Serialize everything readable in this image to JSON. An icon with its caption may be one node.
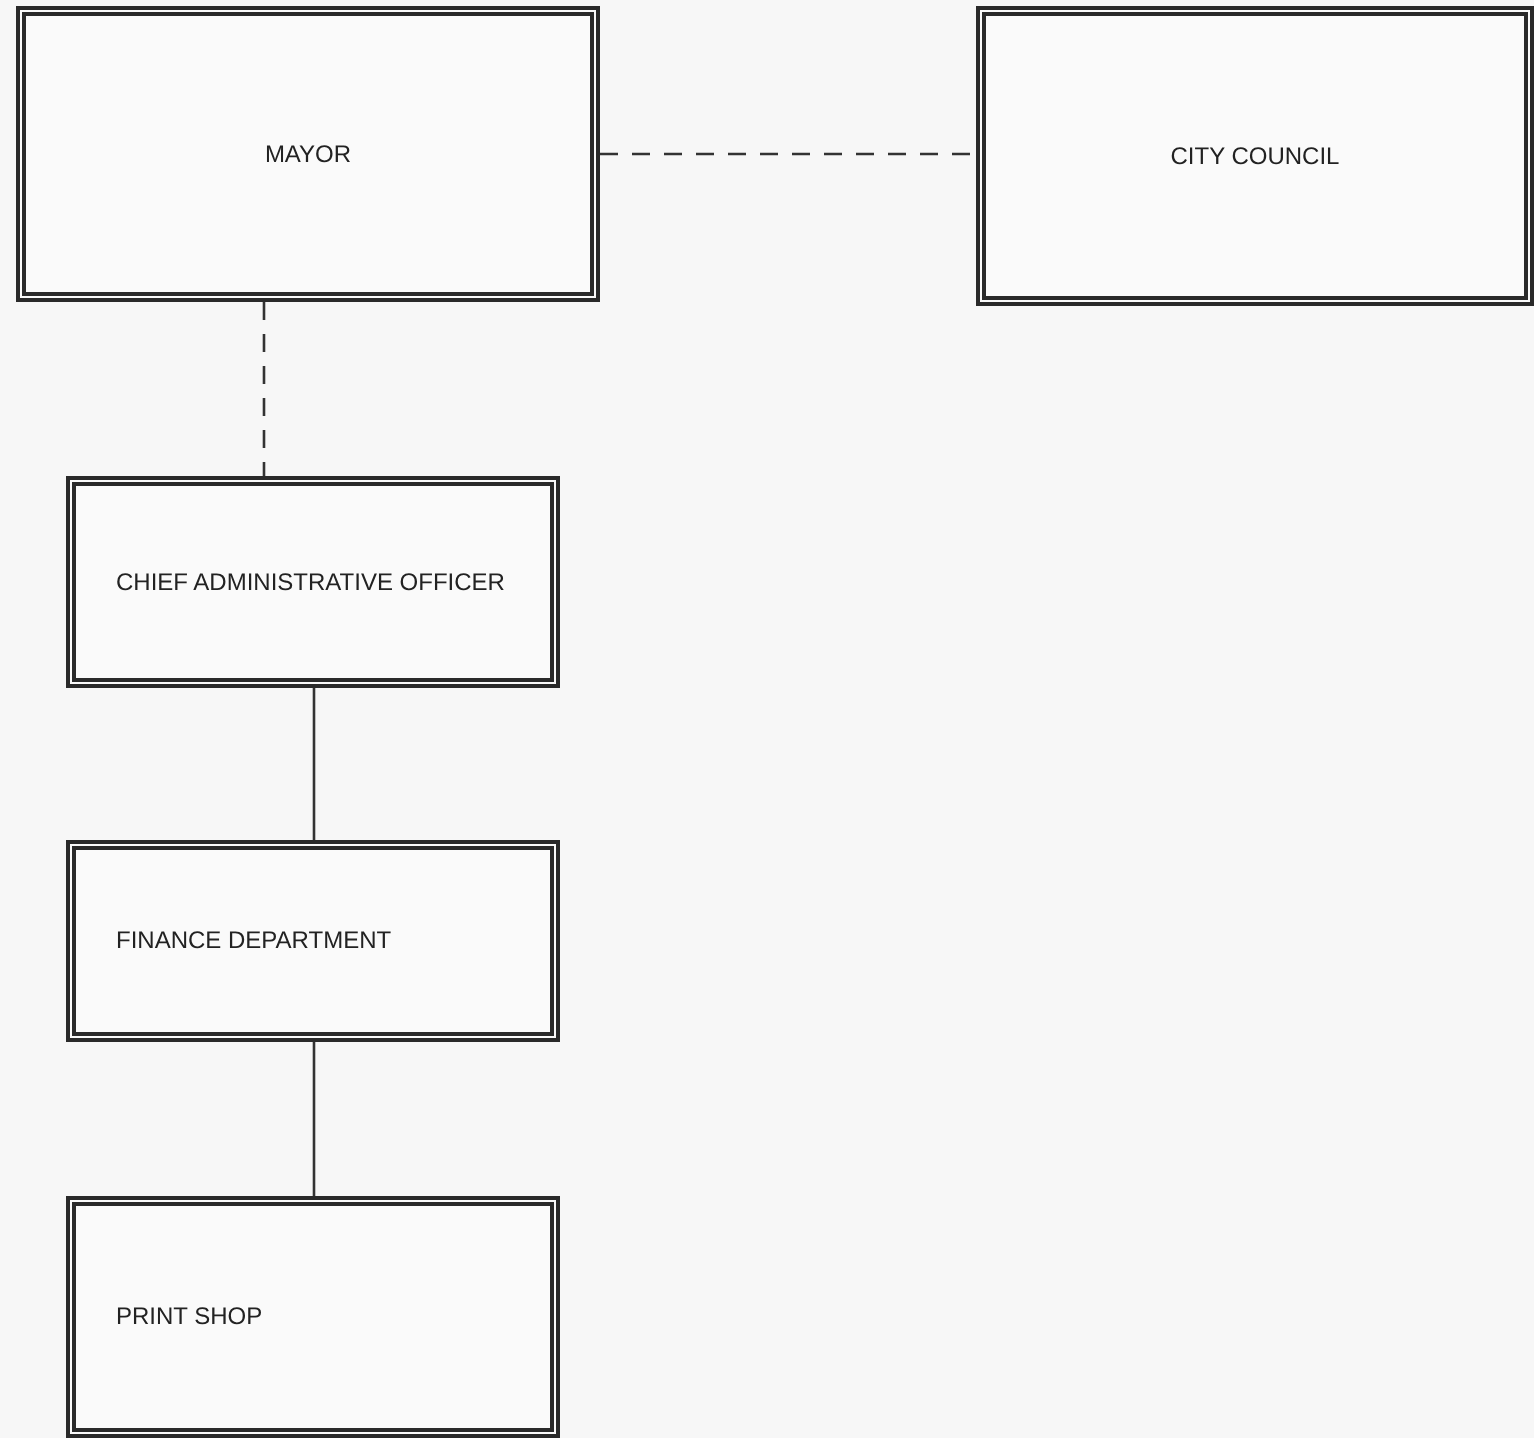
{
  "diagram": {
    "nodes": [
      {
        "text": [
          "MAYOR"
        ]
      },
      {
        "text": [
          "CITY COUNCIL"
        ]
      },
      {
        "text": [
          "CHIEF ADMINISTRATIVE OFFICER"
        ]
      },
      {
        "text": [
          "FINANCE DEPARTMENT"
        ]
      },
      {
        "text": [
          "PRINT SHOP"
        ]
      }
    ],
    "edges": [
      {
        "from": 0,
        "to": 1,
        "arrow": "none",
        "style": "dashed"
      },
      {
        "from": 0,
        "to": 2,
        "arrow": "none",
        "style": "dashed"
      },
      {
        "from": 2,
        "to": 3,
        "arrow": "none"
      },
      {
        "from": 3,
        "to": 4,
        "arrow": "none"
      }
    ]
  }
}
